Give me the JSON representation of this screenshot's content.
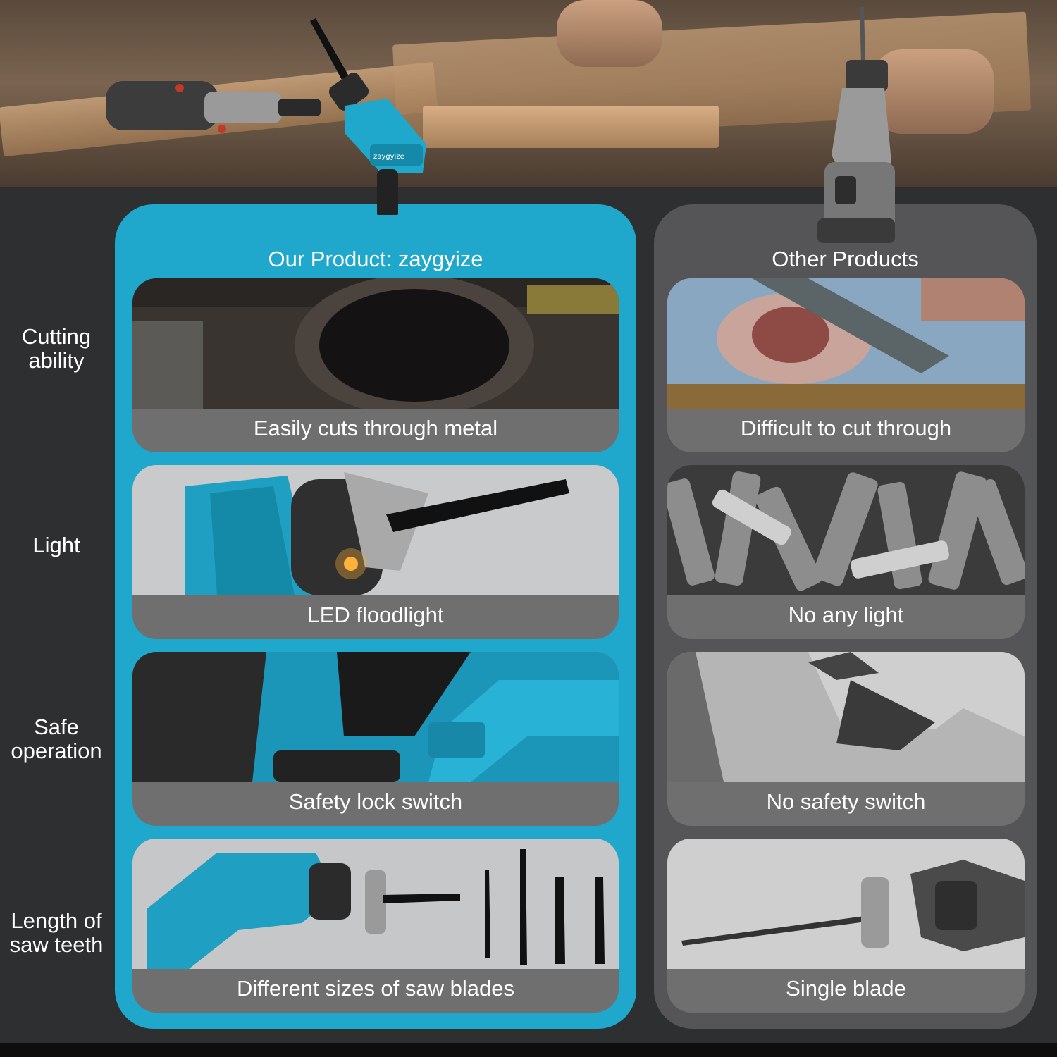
{
  "row_labels": [
    {
      "line1": "Cutting",
      "line2": "ability"
    },
    {
      "line1": "Light",
      "line2": ""
    },
    {
      "line1": "Safe",
      "line2": "operation"
    },
    {
      "line1": "Length of",
      "line2": "saw teeth"
    }
  ],
  "ours": {
    "title": "Our Product: zaygyize",
    "brand_on_tool": "zaygyize",
    "cards": [
      {
        "caption": "Easily cuts through metal"
      },
      {
        "caption": "LED floodlight"
      },
      {
        "caption": "Safety lock switch"
      },
      {
        "caption": "Different sizes of saw blades"
      }
    ]
  },
  "other": {
    "title": "Other Products",
    "cards": [
      {
        "caption": "Difficult to cut through"
      },
      {
        "caption": "No any light"
      },
      {
        "caption": "No safety switch"
      },
      {
        "caption": "Single blade"
      }
    ]
  },
  "colors": {
    "accent": "#1fa7cc",
    "other_panel": "#555557",
    "background": "#2e2f31"
  }
}
